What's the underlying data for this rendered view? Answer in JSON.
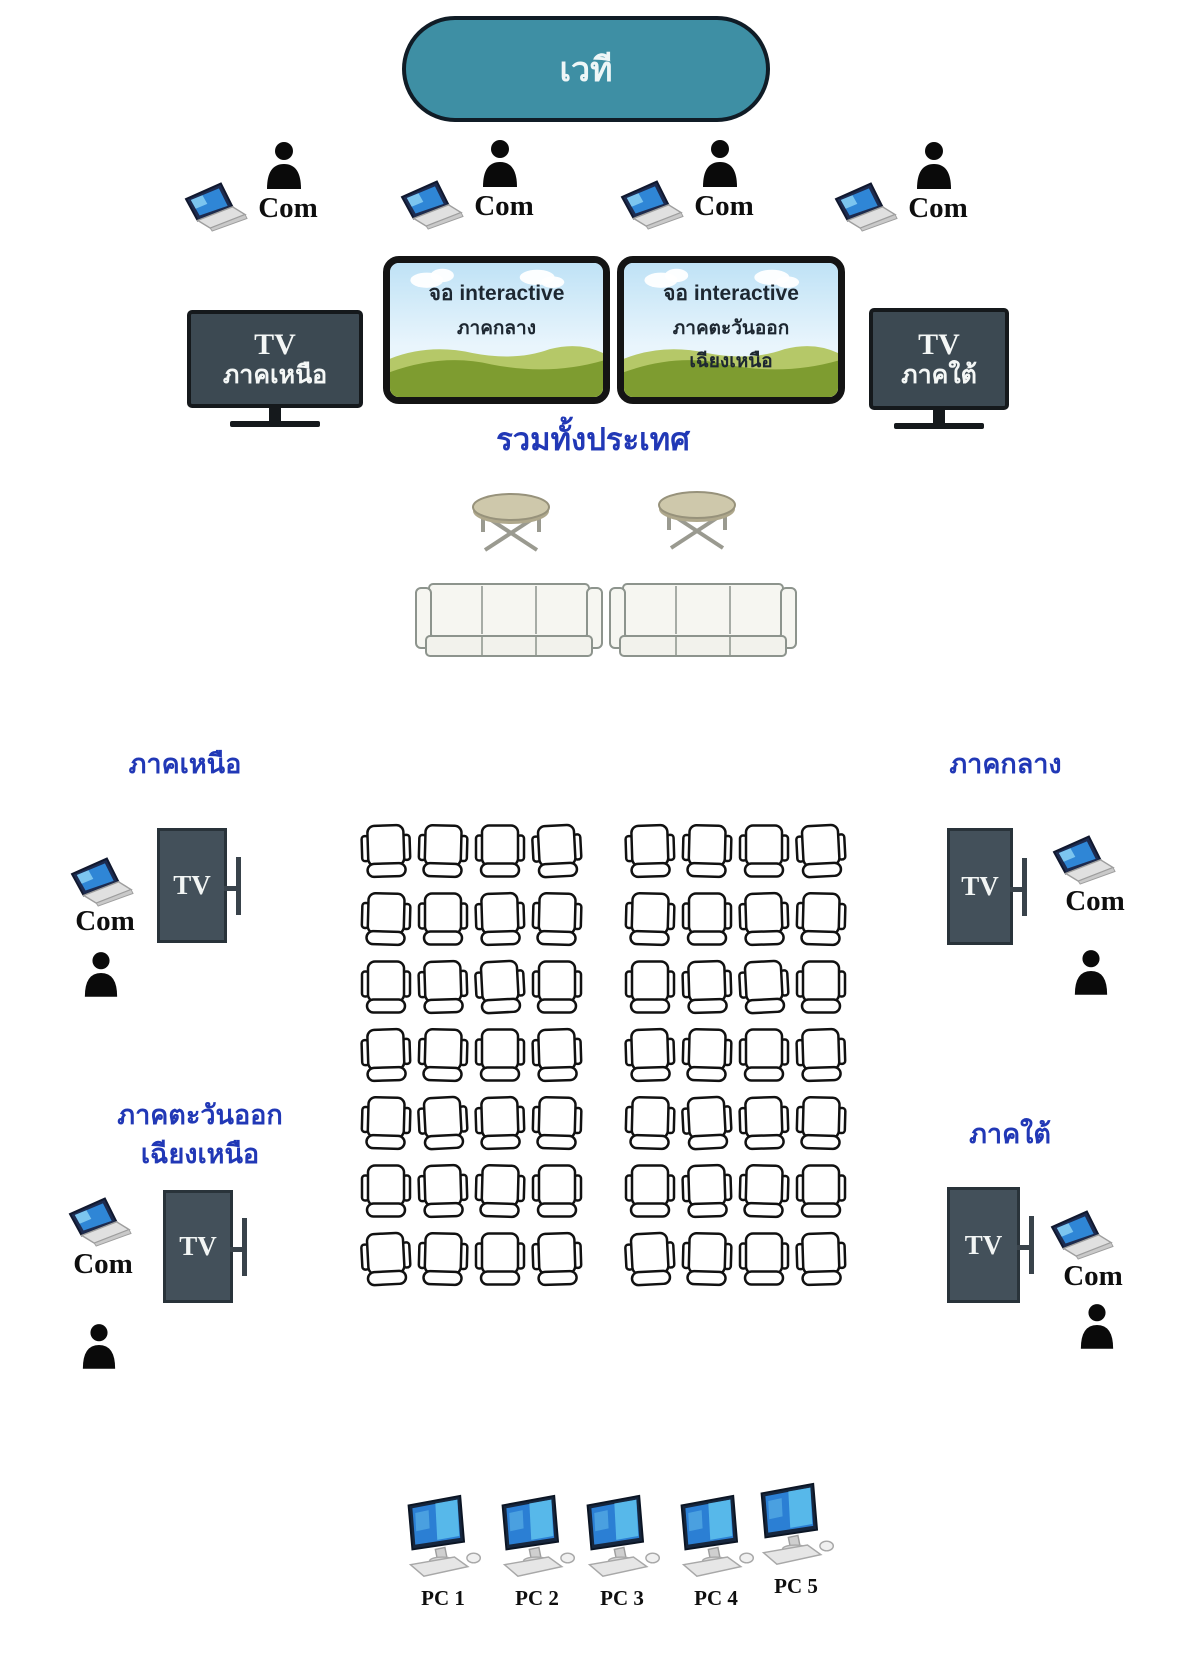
{
  "stage": {
    "label": "เวที"
  },
  "operators": {
    "label": "Com",
    "count": 4
  },
  "screens": {
    "tv_north": {
      "line1": "TV",
      "line2": "ภาคเหนือ"
    },
    "board_central": {
      "line1": "จอ interactive",
      "line2": "ภาคกลาง"
    },
    "board_northeast": {
      "line1": "จอ interactive",
      "line2": "ภาคตะวันออก",
      "line3": "เฉียงเหนือ"
    },
    "tv_south": {
      "line1": "TV",
      "line2": "ภาคใต้"
    }
  },
  "caption": {
    "label": "รวมทั้งประเทศ"
  },
  "stations": {
    "north": {
      "label": "ภาคเหนือ",
      "tv_label": "TV",
      "com_label": "Com"
    },
    "central": {
      "label": "ภาคกลาง",
      "tv_label": "TV",
      "com_label": "Com"
    },
    "northeast": {
      "label_line1": "ภาคตะวันออก",
      "label_line2": "เฉียงเหนือ",
      "tv_label": "TV",
      "com_label": "Com"
    },
    "south": {
      "label": "ภาคใต้",
      "tv_label": "TV",
      "com_label": "Com"
    }
  },
  "seating": {
    "blocks": 2,
    "rows": 7,
    "cols": 4
  },
  "lounge": {
    "sofas": 2,
    "tables": 2
  },
  "pc_row": {
    "items": [
      "PC 1",
      "PC 2",
      "PC 3",
      "PC 4",
      "PC 5"
    ]
  },
  "colors": {
    "stage_fill": "#3e8fa4",
    "tv_screen": "#3c4952",
    "label_blue": "#2138b6",
    "board_sky": "#bfe2f6",
    "hill_green_front": "#7e9c30",
    "hill_green_back": "#b5c868"
  }
}
